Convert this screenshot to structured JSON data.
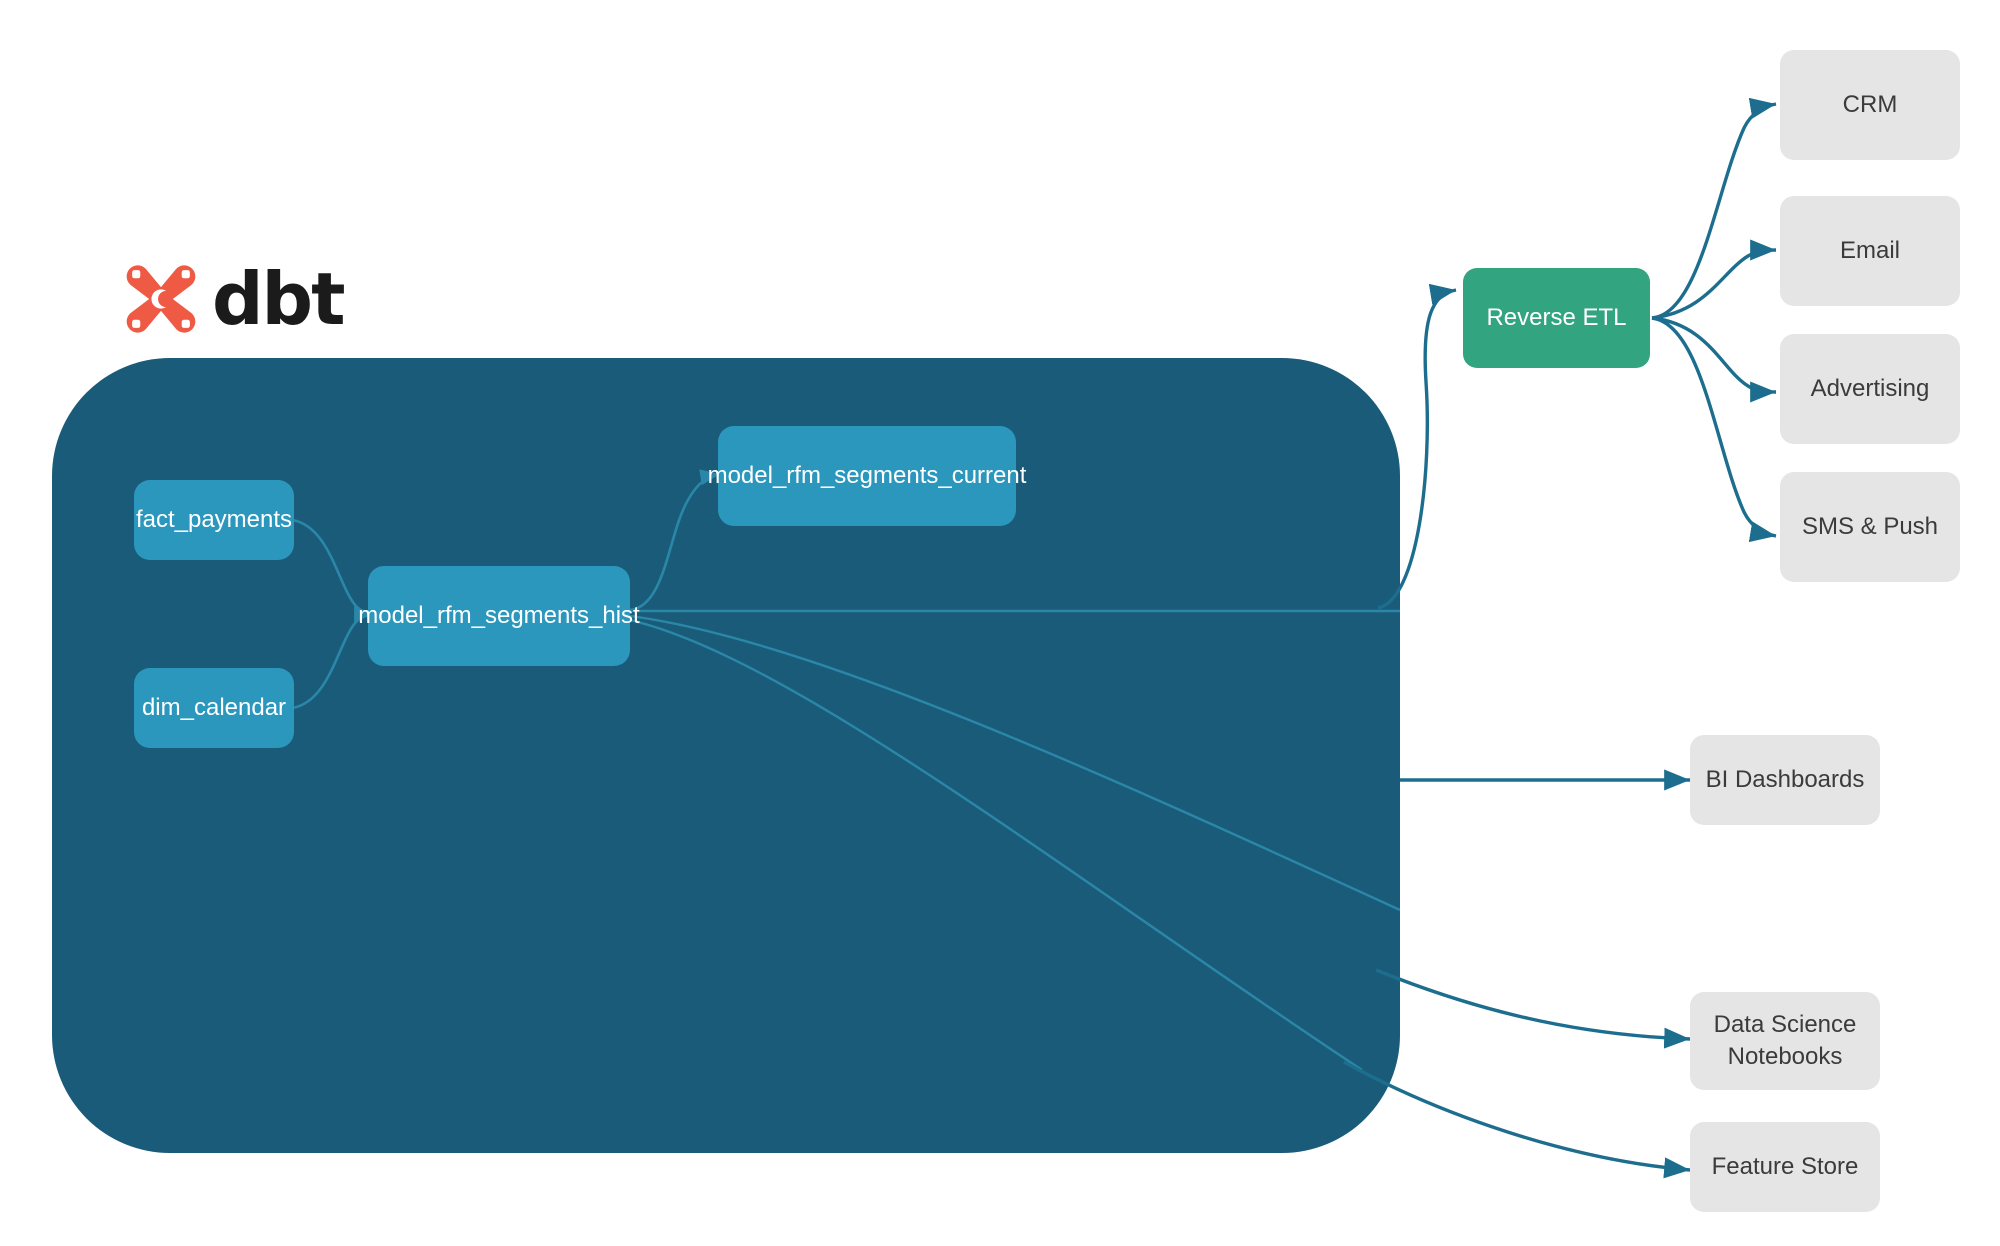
{
  "brand": {
    "wordmark": "dbt",
    "mark_icon": "dbt-x-logo-icon",
    "mark_color": "#ee5a44"
  },
  "colors": {
    "warehouse_fill": "#1a5b79",
    "model_fill": "#2b97bd",
    "reverse_etl_fill": "#33a480",
    "destination_fill": "#e5e5e5",
    "edge_outer": "#1d6e8e",
    "edge_inner": "#2a87a8",
    "node_text": "#ffffff",
    "destination_text": "#3b3b3b",
    "background": "#ffffff"
  },
  "warehouse": {
    "models": [
      {
        "id": "fact_payments",
        "label": "fact_payments"
      },
      {
        "id": "dim_calendar",
        "label": "dim_calendar"
      },
      {
        "id": "model_rfm_segments_hist",
        "label": "model_rfm_segments_hist"
      },
      {
        "id": "model_rfm_segments_current",
        "label": "model_rfm_segments_current"
      }
    ]
  },
  "reverse_etl": {
    "label": "Reverse ETL"
  },
  "activation_destinations": [
    {
      "id": "crm",
      "label": "CRM"
    },
    {
      "id": "email",
      "label": "Email"
    },
    {
      "id": "advertising",
      "label": "Advertising"
    },
    {
      "id": "sms_push",
      "label": "SMS & Push"
    }
  ],
  "analytics_destinations": [
    {
      "id": "bi_dashboards",
      "label": "BI Dashboards"
    },
    {
      "id": "data_science_notebooks",
      "label": "Data Science\nNotebooks"
    },
    {
      "id": "feature_store",
      "label": "Feature Store"
    }
  ],
  "edges": [
    {
      "from": "fact_payments",
      "to": "model_rfm_segments_hist"
    },
    {
      "from": "dim_calendar",
      "to": "model_rfm_segments_hist"
    },
    {
      "from": "model_rfm_segments_hist",
      "to": "model_rfm_segments_current"
    },
    {
      "from": "model_rfm_segments_current",
      "to": "reverse_etl"
    },
    {
      "from": "model_rfm_segments_hist",
      "to": "bi_dashboards"
    },
    {
      "from": "model_rfm_segments_hist",
      "to": "data_science_notebooks"
    },
    {
      "from": "model_rfm_segments_hist",
      "to": "feature_store"
    },
    {
      "from": "reverse_etl",
      "to": "crm"
    },
    {
      "from": "reverse_etl",
      "to": "email"
    },
    {
      "from": "reverse_etl",
      "to": "advertising"
    },
    {
      "from": "reverse_etl",
      "to": "sms_push"
    }
  ]
}
